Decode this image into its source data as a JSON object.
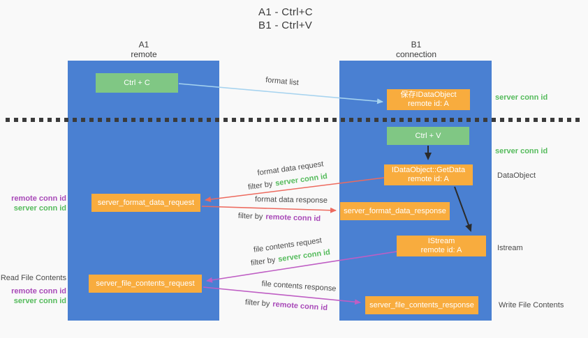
{
  "title": {
    "line1": "A1 - Ctrl+C",
    "line2": "B1 - Ctrl+V"
  },
  "columns": {
    "a1": {
      "name": "A1",
      "subtitle": "remote"
    },
    "b1": {
      "name": "B1",
      "subtitle": "connection"
    }
  },
  "nodes": {
    "ctrl_c": "Ctrl + C",
    "save_idataobject": {
      "line1": "保存IDataObject",
      "line2": "remote id: A"
    },
    "ctrl_v": "Ctrl + V",
    "getdata": {
      "line1": "IDataObject::GetData",
      "line2": "remote id: A"
    },
    "istream": {
      "line1": "IStream",
      "line2": "remote id: A"
    },
    "format_request": "server_format_data_request",
    "format_response": "server_format_data_response",
    "file_request": "server_file_contents_request",
    "file_response": "server_file_contents_response"
  },
  "edge_labels": {
    "format_list": "format list",
    "format_data_request": "format data request",
    "format_data_response": "format data response",
    "file_contents_request": "file contents request",
    "file_contents_response": "file contents response",
    "filter_by": "filter by",
    "server_conn_id": "server conn id",
    "remote_conn_id": "remote conn id"
  },
  "side_labels": {
    "left": {
      "remote_conn_id_1": "remote conn id",
      "server_conn_id_1": "server conn id",
      "read_file_contents": "Read File Contents",
      "remote_conn_id_2": "remote conn id",
      "server_conn_id_2": "server conn id"
    },
    "right": {
      "server_conn_id_1": "server conn id",
      "server_conn_id_2": "server conn id",
      "dataobject": "DataObject",
      "istream": "Istream",
      "write_file_contents": "Write File Contents"
    }
  },
  "colors": {
    "column_blue": "#4a80d2",
    "box_orange": "#f8ac3e",
    "box_green": "#80c784",
    "green_text": "#55bb5c",
    "purple_text": "#a849b8",
    "red_arrow": "#ed6a5e",
    "magenta_arrow": "#bf5ec4",
    "blue_arrow": "#a6d3ef",
    "black_arrow": "#2b2b2b"
  }
}
